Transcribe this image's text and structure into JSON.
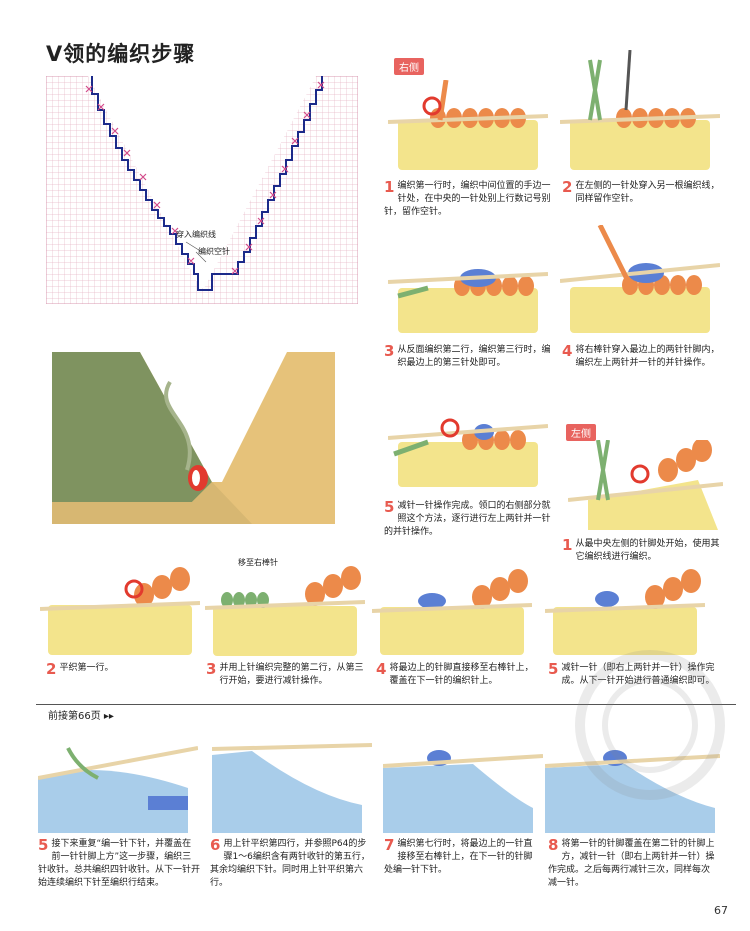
{
  "title": "V领的编织步骤",
  "chart": {
    "label_thread": "穿入编织线",
    "label_hold": "编织空针"
  },
  "right_side_tag": "右侧",
  "left_side_tag": "左侧",
  "steps_right": [
    {
      "num": "1",
      "text": "编织第一行时，编织中间位置的手边一针处，在中央的一针处别上行数记号别针，留作空针。"
    },
    {
      "num": "2",
      "text": "在左侧的一针处穿入另一根编织线，同样留作空针。"
    },
    {
      "num": "3",
      "text": "从反面编织第二行，编织第三行时，编织最边上的第三针处即可。"
    },
    {
      "num": "4",
      "text": "将右棒针穿入最边上的两针针脚内，编织左上两针并一针的并针操作。"
    },
    {
      "num": "5",
      "text": "减针一针操作完成。领口的右侧部分就照这个方法，逐行进行左上两针并一针的并针操作。"
    }
  ],
  "step_left1": {
    "num": "1",
    "text": "从最中央左侧的针脚处开始，使用其它编织线进行编织。"
  },
  "row3_labels": {
    "arrow": "移至右棒针"
  },
  "steps_row3": [
    {
      "num": "2",
      "text": "平织第一行。"
    },
    {
      "num": "3",
      "text": "并用上针编织完整的第二行，从第三行开始，要进行减针操作。"
    },
    {
      "num": "4",
      "text": "将最边上的针脚直接移至右棒针上，覆盖在下一针的编织针上。"
    },
    {
      "num": "5",
      "text": "减针一针（即右上两针并一针）操作完成。从下一针开始进行普通编织即可。"
    }
  ],
  "continued": "前接第66页",
  "steps_row4": [
    {
      "num": "5",
      "text": "接下来重复“编一针下针，并覆盖在前一针针脚上方”这一步骤，编织三针收针。总共编织四针收针。从下一针开始连续编织下针至编织行结束。"
    },
    {
      "num": "6",
      "text": "用上针平织第四行，并参照P64的步骤1～6编织含有两针收针的第五行，其余均编织下针。同时用上针平织第六行。"
    },
    {
      "num": "7",
      "text": "编织第七行时，将最边上的一针直接移至右棒针上，在下一针的针脚处编一针下针。"
    },
    {
      "num": "8",
      "text": "将第一针的针脚覆盖在第二针的针脚上方，减针一针（即右上两针并一针）操作完成。之后每两行减针三次，同样每次减一针。"
    }
  ],
  "page_number": "67",
  "colors": {
    "accent": "#e85a4f",
    "yarn_yellow": "#f3e48c",
    "yarn_orange": "#ec8a4a",
    "yarn_blue": "#5b7fd4",
    "yarn_green": "#7db070",
    "yarn_lightblue": "#a9cdea",
    "needle": "#e8d4a8",
    "chart_grid": "#e7b6c6"
  }
}
